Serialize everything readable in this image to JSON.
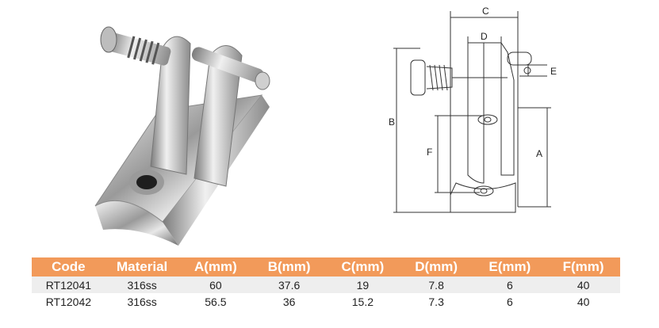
{
  "drawing": {
    "dim_labels": [
      "C",
      "D",
      "E",
      "B",
      "F",
      "A"
    ]
  },
  "table": {
    "headers": [
      "Code",
      "Material",
      "A(mm)",
      "B(mm)",
      "C(mm)",
      "D(mm)",
      "E(mm)",
      "F(mm)"
    ],
    "rows": [
      [
        "RT12041",
        "316ss",
        "60",
        "37.6",
        "19",
        "7.8",
        "6",
        "40"
      ],
      [
        "RT12042",
        "316ss",
        "56.5",
        "36",
        "15.2",
        "7.3",
        "6",
        "40"
      ]
    ]
  },
  "colors": {
    "header_bg": "#f29a5a",
    "row_alt_bg": "#eeeeee"
  }
}
